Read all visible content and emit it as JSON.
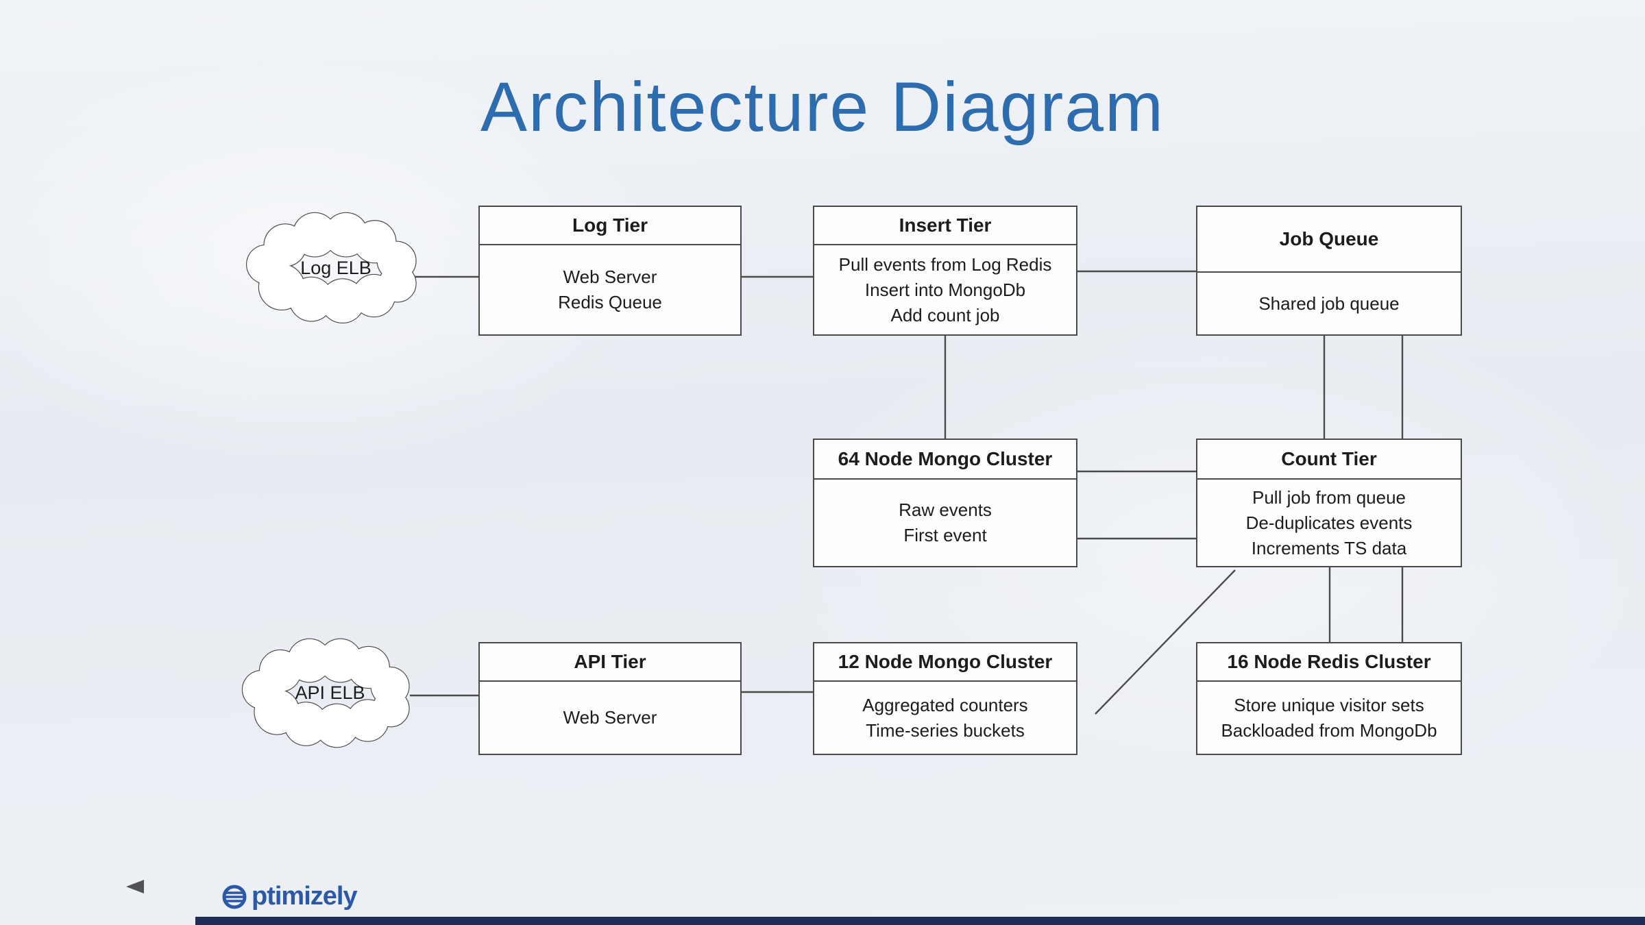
{
  "slide": {
    "title": "Architecture Diagram"
  },
  "colors": {
    "title": "#2e6cb0",
    "logo_blue": "#2b59a8",
    "footer_bar": "#1e2d57",
    "connector": "#4a4a4a",
    "node_border": "#4a4a4a",
    "node_background": "#fdfdfd"
  },
  "clouds": {
    "log_elb": {
      "label": "Log ELB"
    },
    "api_elb": {
      "label": "API ELB"
    }
  },
  "nodes": {
    "log_tier": {
      "title": "Log Tier",
      "lines": [
        "Web Server",
        "Redis Queue"
      ]
    },
    "insert_tier": {
      "title": "Insert Tier",
      "lines": [
        "Pull events from Log Redis",
        "Insert into MongoDb",
        "Add count job"
      ]
    },
    "job_queue": {
      "title": "Job Queue",
      "lines": [
        "Shared job queue"
      ]
    },
    "mongo_cluster_64": {
      "title": "64 Node Mongo Cluster",
      "lines": [
        "Raw events",
        "First event"
      ]
    },
    "count_tier": {
      "title": "Count Tier",
      "lines": [
        "Pull job from queue",
        "De-duplicates events",
        "Increments TS data"
      ]
    },
    "api_tier": {
      "title": "API Tier",
      "lines": [
        "Web Server"
      ]
    },
    "mongo_cluster_12": {
      "title": "12 Node Mongo Cluster",
      "lines": [
        "Aggregated counters",
        "Time-series buckets"
      ]
    },
    "redis_cluster_16": {
      "title": "16 Node Redis Cluster",
      "lines": [
        "Store unique visitor sets",
        "Backloaded from MongoDb"
      ]
    }
  },
  "edges": [
    {
      "from": "Log ELB",
      "to": "Log Tier"
    },
    {
      "from": "Log Tier",
      "to": "Insert Tier"
    },
    {
      "from": "Insert Tier",
      "to": "Job Queue"
    },
    {
      "from": "Insert Tier",
      "to": "64 Node Mongo Cluster"
    },
    {
      "from": "Job Queue",
      "to": "Count Tier",
      "note": "double vertical link"
    },
    {
      "from": "64 Node Mongo Cluster",
      "to": "Count Tier",
      "note": "double horizontal link"
    },
    {
      "from": "Count Tier",
      "to": "16 Node Redis Cluster",
      "note": "double vertical link"
    },
    {
      "from": "12 Node Mongo Cluster",
      "to": "Count Tier",
      "note": "diagonal link"
    },
    {
      "from": "API ELB",
      "to": "API Tier"
    },
    {
      "from": "API Tier",
      "to": "12 Node Mongo Cluster"
    }
  ],
  "footer": {
    "brand": "Optimizely",
    "wordmark_tail": "ptimizely"
  }
}
